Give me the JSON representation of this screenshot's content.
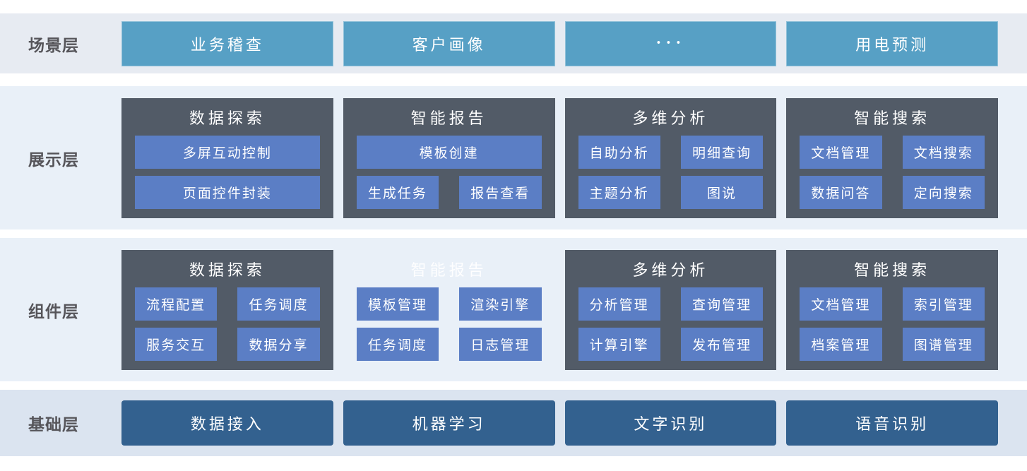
{
  "colors": {
    "scene_button": "#57a0c5",
    "card_dark": "#525b67",
    "item_blue": "#5b7ec5",
    "base_button": "#33618f",
    "row_scene_bg": "#e7ebf2",
    "row_mid_bg": "#e9f0f8",
    "row_base_bg": "#dbe4f0",
    "label_gray": "#56555a"
  },
  "scene": {
    "label": "场景层",
    "items": [
      "业务稽查",
      "客户画像",
      "···",
      "用电预测"
    ]
  },
  "display": {
    "label": "展示层",
    "cards": [
      {
        "title": "数据探索",
        "items": [
          "多屏互动控制",
          "页面控件封装"
        ]
      },
      {
        "title": "智能报告",
        "items": [
          "模板创建",
          "生成任务",
          "报告查看"
        ]
      },
      {
        "title": "多维分析",
        "items": [
          "自助分析",
          "明细查询",
          "主题分析",
          "图说"
        ]
      },
      {
        "title": "智能搜索",
        "items": [
          "文档管理",
          "文档搜索",
          "数据问答",
          "定向搜索"
        ]
      }
    ]
  },
  "component": {
    "label": "组件层",
    "cards": [
      {
        "title": "数据探索",
        "items": [
          "流程配置",
          "任务调度",
          "服务交互",
          "数据分享"
        ]
      },
      {
        "title": "智能报告",
        "items": [
          "模板管理",
          "渲染引擎",
          "任务调度",
          "日志管理"
        ]
      },
      {
        "title": "多维分析",
        "items": [
          "分析管理",
          "查询管理",
          "计算引擎",
          "发布管理"
        ]
      },
      {
        "title": "智能搜索",
        "items": [
          "文档管理",
          "索引管理",
          "档案管理",
          "图谱管理"
        ]
      }
    ]
  },
  "base": {
    "label": "基础层",
    "items": [
      "数据接入",
      "机器学习",
      "文字识别",
      "语音识别"
    ]
  }
}
